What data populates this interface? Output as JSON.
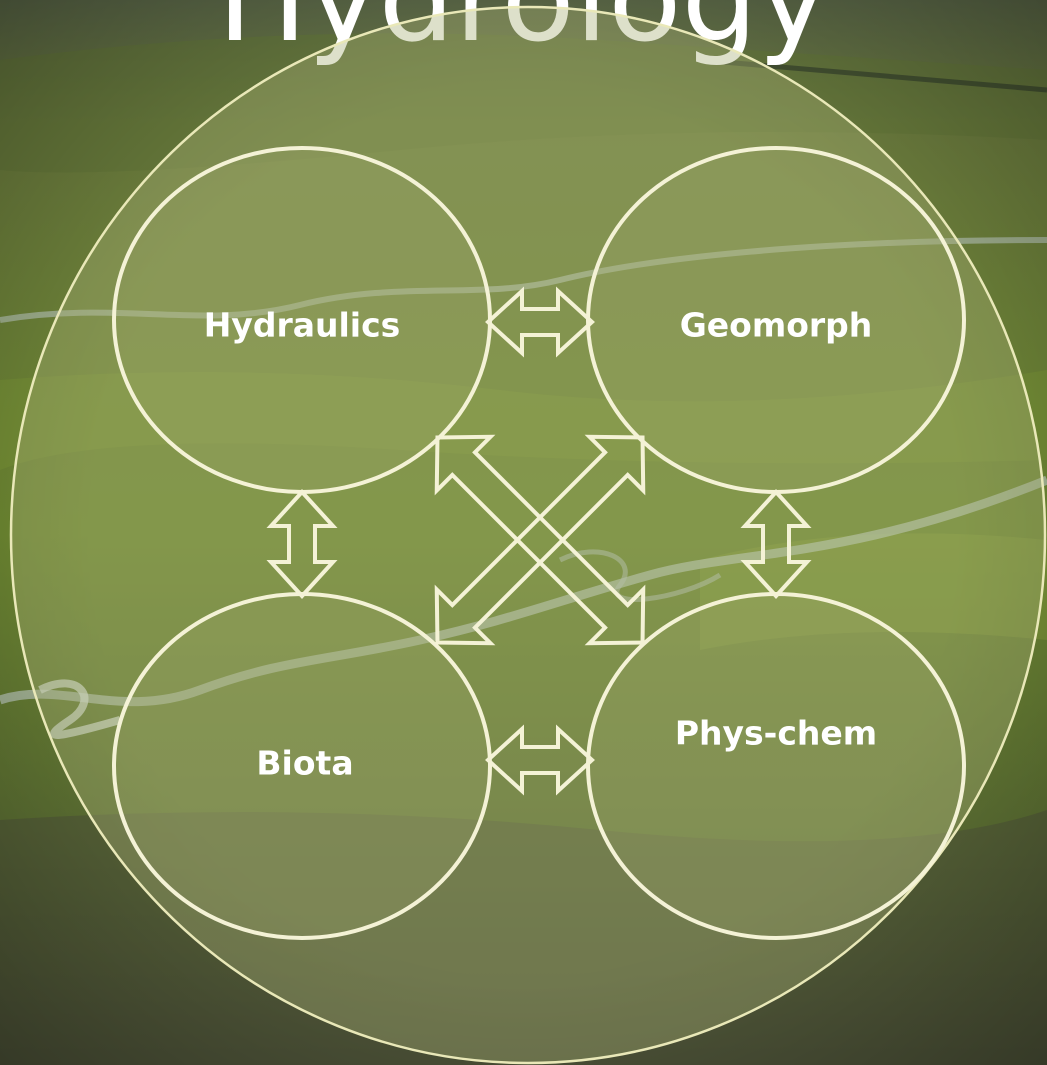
{
  "title_fragment": "Hydrology",
  "nodes": {
    "hydraulics": "Hydraulics",
    "geomorph": "Geomorph",
    "biota": "Biota",
    "phys_chem": "Phys-chem"
  },
  "colors": {
    "outline": "#f1efc9",
    "label": "#ffffff",
    "circle_fill": "#a6ad74",
    "terrain_dark": "#3f4d2a",
    "terrain_green": "#6f8a32",
    "river": "#c9d6d3"
  },
  "icons": {
    "arrows": "double-headed-arrow-icon"
  }
}
